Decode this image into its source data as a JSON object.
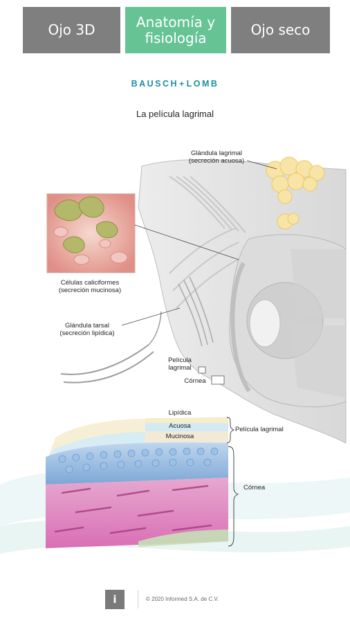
{
  "tabs": [
    {
      "label": "Ojo 3D",
      "active": false,
      "color": "#7f7f7f"
    },
    {
      "label": "Anatomía y\nfisiología",
      "active": true,
      "color": "#66c394"
    },
    {
      "label": "Ojo seco",
      "active": false,
      "color": "#7f7f7f"
    }
  ],
  "brand": {
    "left": "BAUSCH",
    "plus": "+",
    "right": "LOMB",
    "color": "#1c8ea3"
  },
  "figure": {
    "title": "La película lagrimal",
    "labels": {
      "lacrimal_gland": "Glándula lagrimal\n(secreción acuosa)",
      "goblet_cells": "Células caliciformes\n(secreción mucinosa)",
      "tarsal_gland": "Glándula tarsal\n(secreción lipídica)",
      "tear_film_small": "Película\nlagrimal",
      "cornea_small": "Córnea",
      "lipid_layer": "Lipídica",
      "aqueous_layer": "Acuosa",
      "mucin_layer": "Mucinosa",
      "tear_film_bracket": "Película lagrimal",
      "cornea_bracket": "Córnea"
    }
  },
  "footer": {
    "info_label": "i",
    "copyright": "© 2020 Informed S.A. de C.V."
  }
}
